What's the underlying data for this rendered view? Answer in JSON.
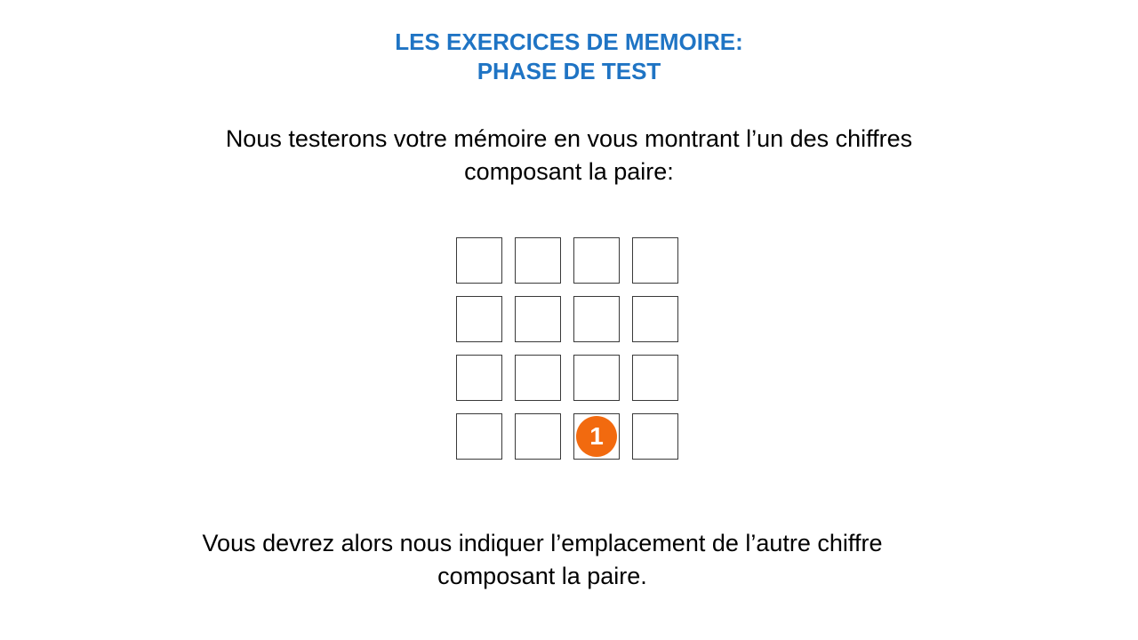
{
  "title": {
    "line1": "LES EXERCICES DE MEMOIRE:",
    "line2": "PHASE DE TEST"
  },
  "intro": {
    "line1": "Nous testerons votre mémoire en vous montrant l’un des chiffres",
    "line2": "composant la paire:"
  },
  "grid": {
    "rows": 4,
    "cols": 4,
    "marker": {
      "label": "1",
      "row": 4,
      "col": 3,
      "color": "#f26a0f"
    }
  },
  "outro": {
    "line1": "Vous devrez alors nous indiquer l’emplacement de l’autre chiffre",
    "line2": "composant la paire."
  },
  "colors": {
    "title": "#1f74c4",
    "text": "#000000",
    "cell_border": "#3a3a3a"
  }
}
